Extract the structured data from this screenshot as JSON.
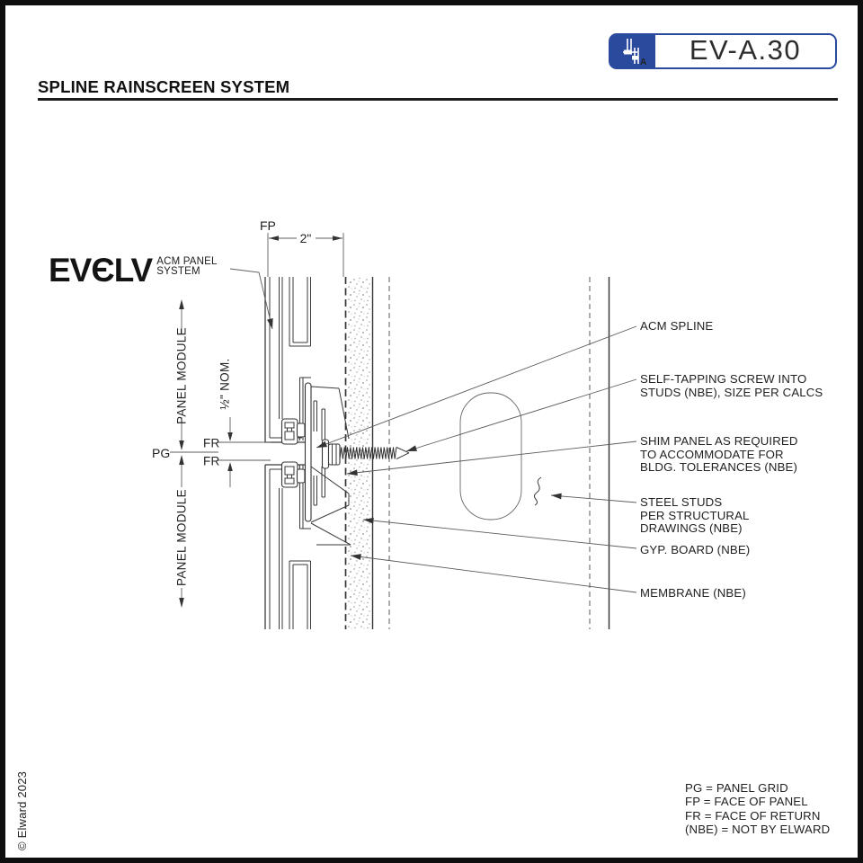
{
  "page": {
    "title": "SPLINE RAINSCREEN SYSTEM",
    "drawing_number": "EV-A.30",
    "copyright": "© Elward 2023"
  },
  "logo": {
    "brand_ev": "EV",
    "brand_o": "Є",
    "brand_lv": "LV",
    "tagline_line1": "ACM PANEL",
    "tagline_line2": "SYSTEM"
  },
  "badge": {
    "icon_letter": "A"
  },
  "dims": {
    "fp": "FP",
    "width": "2\"",
    "panel_module_top": "PANEL MODULE",
    "panel_module_bottom": "PANEL MODULE",
    "pg": "PG",
    "fr_top": "FR",
    "fr_bottom": "FR",
    "joint": "½\" NOM."
  },
  "callouts": {
    "acm_spline": {
      "lines": [
        "ACM SPLINE"
      ]
    },
    "screw": {
      "lines": [
        "SELF-TAPPING SCREW INTO",
        "STUDS (NBE), SIZE PER CALCS"
      ]
    },
    "shim": {
      "lines": [
        "SHIM PANEL AS REQUIRED",
        "TO ACCOMMODATE FOR",
        "BLDG. TOLERANCES  (NBE)"
      ]
    },
    "steel_studs": {
      "lines": [
        "STEEL STUDS",
        "PER STRUCTURAL",
        "DRAWINGS  (NBE)"
      ]
    },
    "gyp_board": {
      "lines": [
        "GYP. BOARD  (NBE)"
      ]
    },
    "membrane": {
      "lines": [
        "MEMBRANE  (NBE)"
      ]
    }
  },
  "legend": {
    "lines": [
      "PG = PANEL GRID",
      "FP = FACE OF PANEL",
      "FR = FACE OF RETURN",
      "(NBE) = NOT BY ELWARD"
    ]
  },
  "colors": {
    "accent_blue": "#2a4a9e",
    "line_dark": "#333333"
  }
}
